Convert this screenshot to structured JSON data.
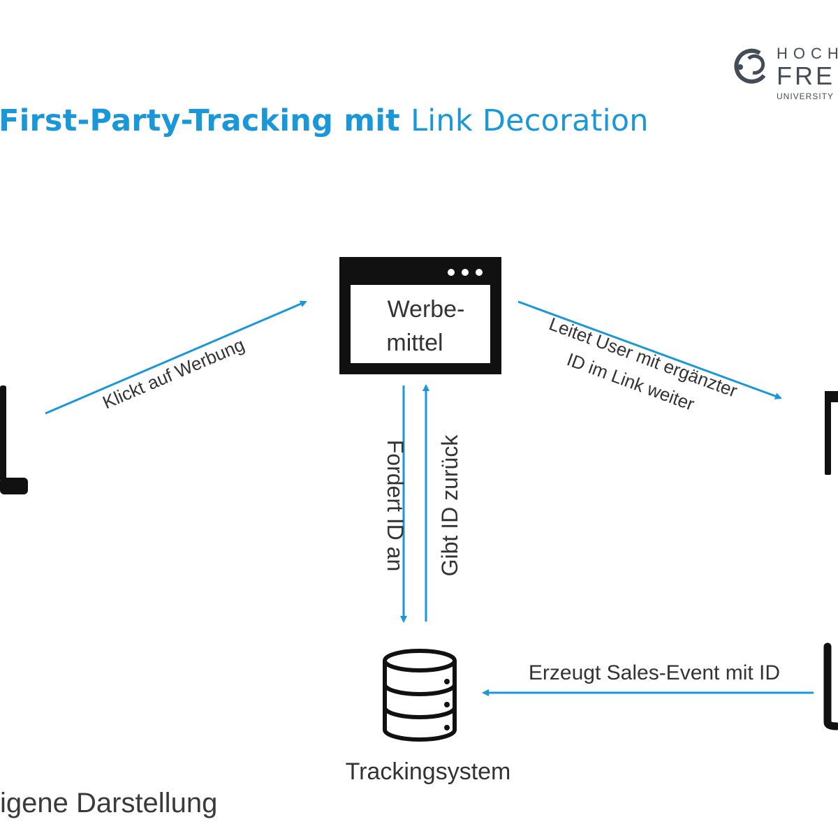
{
  "title": {
    "main": "First-Party-Tracking mit",
    "accent": "Link Decoration"
  },
  "source": "igene Darstellung",
  "logo": {
    "line1": "HOCH",
    "line2": "FRE",
    "line3": "UNIVERSITY"
  },
  "nodes": {
    "werbemittel": {
      "line1": "Werbe-",
      "line2": "mittel"
    },
    "tracking": "Trackingsystem"
  },
  "edges": {
    "klickt": "Klickt auf Werbung",
    "leitet": {
      "line1": "Leitet User mit ergänzter",
      "line2": "ID im Link weiter"
    },
    "fordert": "Fordert ID an",
    "gibt": "Gibt ID zurück",
    "erzeugt": "Erzeugt Sales-Event mit ID"
  },
  "colors": {
    "accent": "#1a97d8",
    "icon": "#111111",
    "text": "#3a3a3a",
    "logo": "#444c56"
  },
  "icons": [
    "laptop-icon",
    "browser-window-icon",
    "database-icon",
    "shop-icon",
    "cart-icon",
    "logo-icon"
  ]
}
